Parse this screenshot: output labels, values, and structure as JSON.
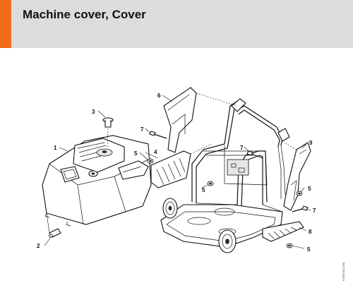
{
  "header": {
    "title": "Machine cover, Cover",
    "accent_color": "#f26b1d",
    "band_color": "#dcdcdc"
  },
  "diagram": {
    "reference_code": "675ET041 GM",
    "callouts": [
      {
        "id": "1",
        "label": "1",
        "part": "machine cover"
      },
      {
        "id": "2",
        "label": "2",
        "part": "pin"
      },
      {
        "id": "3",
        "label": "3",
        "part": "cap"
      },
      {
        "id": "4",
        "label": "4",
        "part": "grille"
      },
      {
        "id": "5a",
        "label": "5",
        "part": "nut"
      },
      {
        "id": "5b",
        "label": "5",
        "part": "nut"
      },
      {
        "id": "5c",
        "label": "5",
        "part": "nut"
      },
      {
        "id": "5d",
        "label": "5",
        "part": "nut"
      },
      {
        "id": "6",
        "label": "6",
        "part": "side cover"
      },
      {
        "id": "7a",
        "label": "7",
        "part": "screw"
      },
      {
        "id": "7b",
        "label": "7",
        "part": "screw"
      },
      {
        "id": "7c",
        "label": "7",
        "part": "screw"
      },
      {
        "id": "8",
        "label": "8",
        "part": "grille"
      },
      {
        "id": "9",
        "label": "9",
        "part": "side cover"
      }
    ]
  }
}
